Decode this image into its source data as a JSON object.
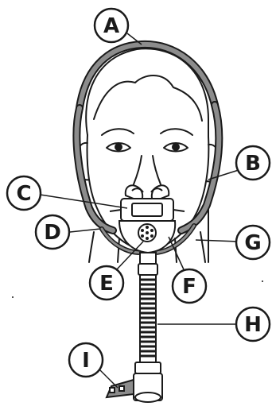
{
  "diagram": {
    "callouts": {
      "a": "A",
      "b": "B",
      "c": "C",
      "d": "D",
      "e": "E",
      "f": "F",
      "g": "G",
      "h": "H",
      "i": "I"
    }
  },
  "colors": {
    "line": "#1a1a1a",
    "strap": "#8c8c8c",
    "background": "#ffffff"
  }
}
